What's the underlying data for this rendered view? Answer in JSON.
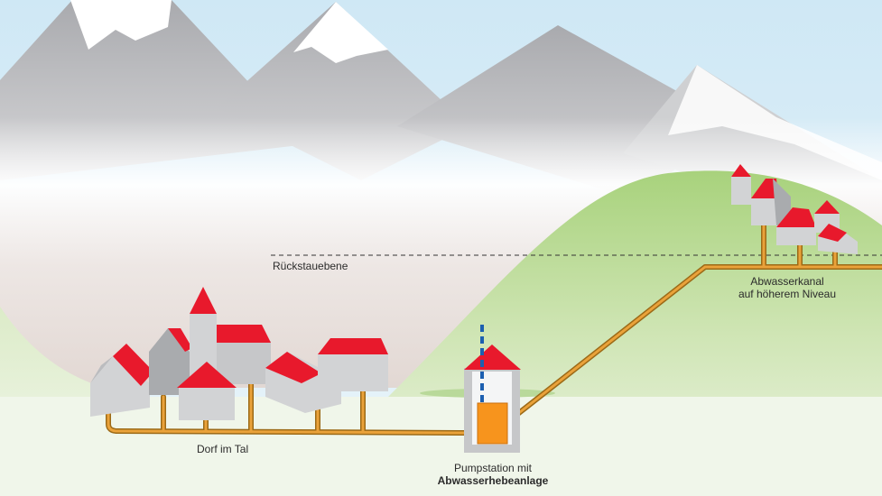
{
  "labels": {
    "backflow_level": "Rückstauebene",
    "village_valley": "Dorf im Tal",
    "pump_station_line1": "Pumpstation mit",
    "pump_station_line2": "Abwasserhebeanlage",
    "sewer_line1": "Abwasserkanal",
    "sewer_line2": "auf höherem Niveau"
  },
  "colors": {
    "sky": "#d8ecf6",
    "mountain": "#bdbec2",
    "snow": "#ffffff",
    "hill": "#b6d98f",
    "meadow": "#e4efd6",
    "roof": "#e8192c",
    "house_wall": "#d2d3d5",
    "house_shadow": "#a9abae",
    "pipe": "#e2981f",
    "pump": "#f7941d",
    "riser": "#1c5fb0",
    "backflow_line": "#333333"
  }
}
